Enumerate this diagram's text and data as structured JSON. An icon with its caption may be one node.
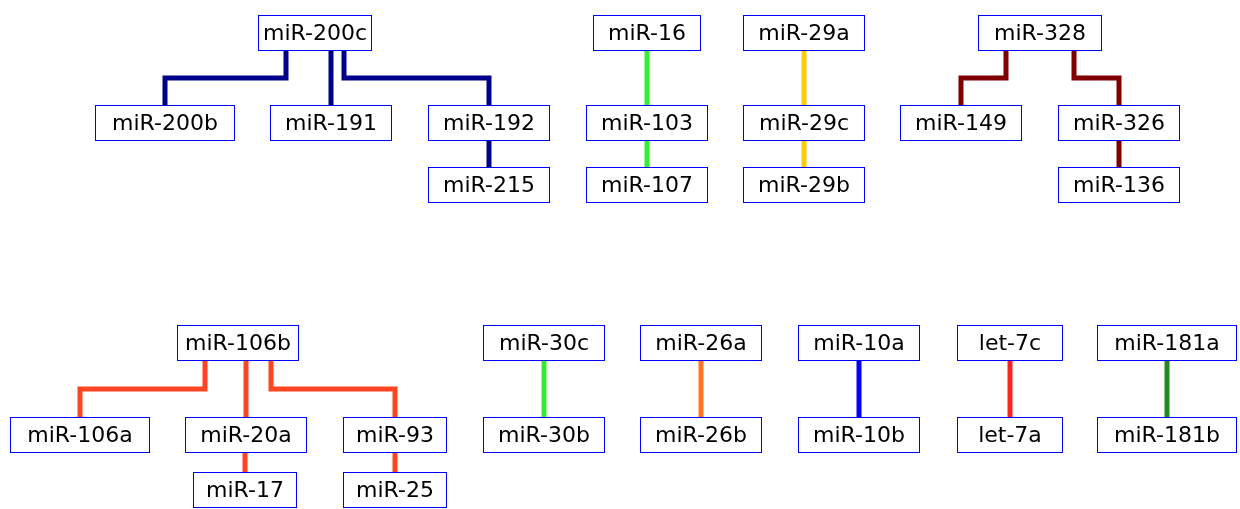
{
  "diagram": {
    "nodes": [
      {
        "text": [
          "miR-200c"
        ]
      },
      {
        "text": [
          "miR-200b"
        ]
      },
      {
        "text": [
          "miR-191"
        ]
      },
      {
        "text": [
          "miR-192"
        ]
      },
      {
        "text": [
          "miR-215"
        ]
      },
      {
        "text": [
          "miR-16"
        ]
      },
      {
        "text": [
          "miR-103"
        ]
      },
      {
        "text": [
          "miR-107"
        ]
      },
      {
        "text": [
          "miR-29a"
        ]
      },
      {
        "text": [
          "miR-29c"
        ]
      },
      {
        "text": [
          "miR-29b"
        ]
      },
      {
        "text": [
          "miR-328"
        ]
      },
      {
        "text": [
          "miR-149"
        ]
      },
      {
        "text": [
          "miR-326"
        ]
      },
      {
        "text": [
          "miR-136"
        ]
      },
      {
        "text": [
          "miR-106b"
        ]
      },
      {
        "text": [
          "miR-106a"
        ]
      },
      {
        "text": [
          "miR-20a"
        ]
      },
      {
        "text": [
          "miR-93"
        ]
      },
      {
        "text": [
          "miR-17"
        ]
      },
      {
        "text": [
          "miR-25"
        ]
      },
      {
        "text": [
          "miR-30c"
        ]
      },
      {
        "text": [
          "miR-30b"
        ]
      },
      {
        "text": [
          "miR-26a"
        ]
      },
      {
        "text": [
          "miR-26b"
        ]
      },
      {
        "text": [
          "miR-10a"
        ]
      },
      {
        "text": [
          "miR-10b"
        ]
      },
      {
        "text": [
          "let-7c"
        ]
      },
      {
        "text": [
          "let-7a"
        ]
      },
      {
        "text": [
          "miR-181a"
        ]
      },
      {
        "text": [
          "miR-181b"
        ]
      }
    ],
    "edges": [
      {
        "from": 0,
        "to": 1,
        "arrow": "none",
        "color": "#00008b"
      },
      {
        "from": 0,
        "to": 2,
        "arrow": "none",
        "color": "#00008b"
      },
      {
        "from": 0,
        "to": 3,
        "arrow": "none",
        "color": "#00008b"
      },
      {
        "from": 3,
        "to": 4,
        "arrow": "none",
        "color": "#00008b"
      },
      {
        "from": 5,
        "to": 6,
        "arrow": "none",
        "color": "#33ee33"
      },
      {
        "from": 6,
        "to": 7,
        "arrow": "none",
        "color": "#33ee33"
      },
      {
        "from": 8,
        "to": 9,
        "arrow": "none",
        "color": "#ffcc00"
      },
      {
        "from": 9,
        "to": 10,
        "arrow": "none",
        "color": "#ffcc00"
      },
      {
        "from": 11,
        "to": 12,
        "arrow": "none",
        "color": "#800000"
      },
      {
        "from": 11,
        "to": 13,
        "arrow": "none",
        "color": "#800000"
      },
      {
        "from": 13,
        "to": 14,
        "arrow": "none",
        "color": "#800000"
      },
      {
        "from": 15,
        "to": 16,
        "arrow": "none",
        "color": "#ff4422"
      },
      {
        "from": 15,
        "to": 17,
        "arrow": "none",
        "color": "#ff4422"
      },
      {
        "from": 15,
        "to": 18,
        "arrow": "none",
        "color": "#ff4422"
      },
      {
        "from": 17,
        "to": 19,
        "arrow": "none",
        "color": "#ff4422"
      },
      {
        "from": 18,
        "to": 20,
        "arrow": "none",
        "color": "#ff4422"
      },
      {
        "from": 21,
        "to": 22,
        "arrow": "none",
        "color": "#33ee33"
      },
      {
        "from": 23,
        "to": 24,
        "arrow": "none",
        "color": "#ff7722"
      },
      {
        "from": 25,
        "to": 26,
        "arrow": "none",
        "color": "#0000ff"
      },
      {
        "from": 27,
        "to": 28,
        "arrow": "none",
        "color": "#ff2222"
      },
      {
        "from": 29,
        "to": 30,
        "arrow": "none",
        "color": "#228822"
      }
    ]
  }
}
